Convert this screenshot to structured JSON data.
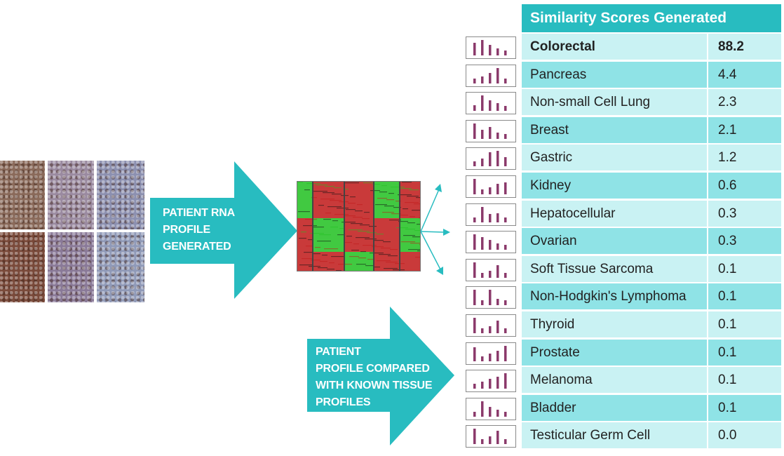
{
  "labels": {
    "rna": "PATIENT RNA\nPROFILE\nGENERATED",
    "compared": "PATIENT\nPROFILE COMPARED\nWITH KNOWN TISSUE\nPROFILES"
  },
  "colors": {
    "teal": "#28bcc0",
    "row_light": "#c9f2f3",
    "row_dark": "#8fe3e6",
    "bar": "#8b3a6b",
    "heat_red": "#c01818",
    "heat_green": "#20c020"
  },
  "table": {
    "header": "Similarity Scores Generated",
    "rows": [
      {
        "name": "Colorectal",
        "score": "88.2",
        "bars": [
          0.8,
          1.0,
          0.7,
          0.45,
          0.3
        ]
      },
      {
        "name": "Pancreas",
        "score": "4.4",
        "bars": [
          0.3,
          0.45,
          0.7,
          1.0,
          0.3
        ]
      },
      {
        "name": "Non-small Cell Lung",
        "score": "2.3",
        "bars": [
          0.35,
          1.0,
          0.7,
          0.5,
          0.3
        ]
      },
      {
        "name": "Breast",
        "score": "2.1",
        "bars": [
          1.0,
          0.6,
          0.75,
          0.4,
          0.3
        ]
      },
      {
        "name": "Gastric",
        "score": "1.2",
        "bars": [
          0.3,
          0.5,
          0.9,
          1.0,
          0.6
        ]
      },
      {
        "name": "Kidney",
        "score": "0.6",
        "bars": [
          1.0,
          0.3,
          0.45,
          0.7,
          0.75
        ]
      },
      {
        "name": "Hepatocellular",
        "score": "0.3",
        "bars": [
          0.3,
          1.0,
          0.55,
          0.6,
          0.3
        ]
      },
      {
        "name": "Ovarian",
        "score": "0.3",
        "bars": [
          1.0,
          0.8,
          0.65,
          0.4,
          0.3
        ]
      },
      {
        "name": "Soft Tissue Sarcoma",
        "score": "0.1",
        "bars": [
          1.0,
          0.3,
          0.45,
          0.8,
          0.3
        ]
      },
      {
        "name": "Non-Hodgkin's Lymphoma",
        "score": "0.1",
        "bars": [
          1.0,
          0.3,
          1.0,
          0.4,
          0.3
        ]
      },
      {
        "name": "Thyroid",
        "score": "0.1",
        "bars": [
          1.0,
          0.3,
          0.45,
          0.8,
          0.3
        ]
      },
      {
        "name": "Prostate",
        "score": "0.1",
        "bars": [
          0.9,
          0.3,
          0.5,
          0.7,
          1.0
        ]
      },
      {
        "name": "Melanoma",
        "score": "0.1",
        "bars": [
          0.3,
          0.45,
          0.65,
          0.75,
          1.0
        ]
      },
      {
        "name": "Bladder",
        "score": "0.1",
        "bars": [
          0.3,
          1.0,
          0.65,
          0.45,
          0.3
        ]
      },
      {
        "name": "Testicular Germ Cell",
        "score": "0.0",
        "bars": [
          1.0,
          0.3,
          0.5,
          0.85,
          0.3
        ]
      }
    ]
  }
}
